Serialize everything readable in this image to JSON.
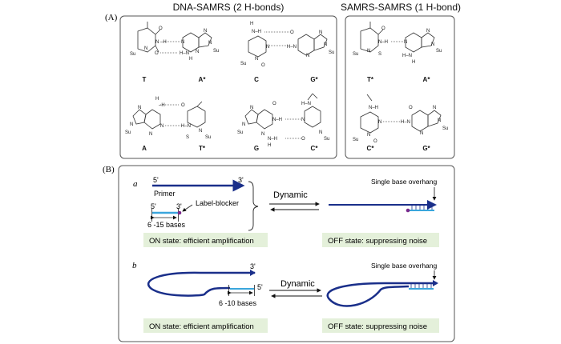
{
  "panel_a": {
    "label": "(A)",
    "left_header": "DNA-SAMRS (2 H-bonds)",
    "right_header": "SAMRS-SAMRS (1 H-bond)",
    "pairs": [
      {
        "left": "T",
        "right": "A*",
        "hbonds": 2
      },
      {
        "left": "C",
        "right": "G*",
        "hbonds": 2
      },
      {
        "left": "A",
        "right": "T*",
        "hbonds": 2
      },
      {
        "left": "G",
        "right": "C*",
        "hbonds": 2
      },
      {
        "left": "T*",
        "right": "A*",
        "hbonds": 1
      },
      {
        "left": "C*",
        "right": "G*",
        "hbonds": 1
      }
    ],
    "atoms": {
      "sugar": "Su",
      "n": "N",
      "o": "O",
      "h": "H",
      "s": "S",
      "nh": "N–H",
      "hn": "H–N"
    }
  },
  "panel_b": {
    "label": "(B)",
    "a": {
      "label": "a",
      "five_prime": "5'",
      "three_prime": "3'",
      "primer": "Primer",
      "label_blocker": "Label-blocker",
      "length": "6 -15 bases",
      "dynamic": "Dynamic",
      "overhang": "Single base overhang",
      "on_state": "ON state: efficient amplification",
      "off_state": "OFF state: suppressing noise"
    },
    "b": {
      "label": "b",
      "three_prime": "3'",
      "five_prime": "5'",
      "length": "6 -10 bases",
      "dynamic": "Dynamic",
      "overhang": "Single base overhang",
      "on_state": "ON state: efficient amplification",
      "off_state": "OFF state: suppressing noise"
    },
    "colors": {
      "primer": "#1a2f8a",
      "blocker": "#3aa6dc",
      "dot": "#7a2a8c",
      "state_bg": "#e4f0da"
    }
  }
}
